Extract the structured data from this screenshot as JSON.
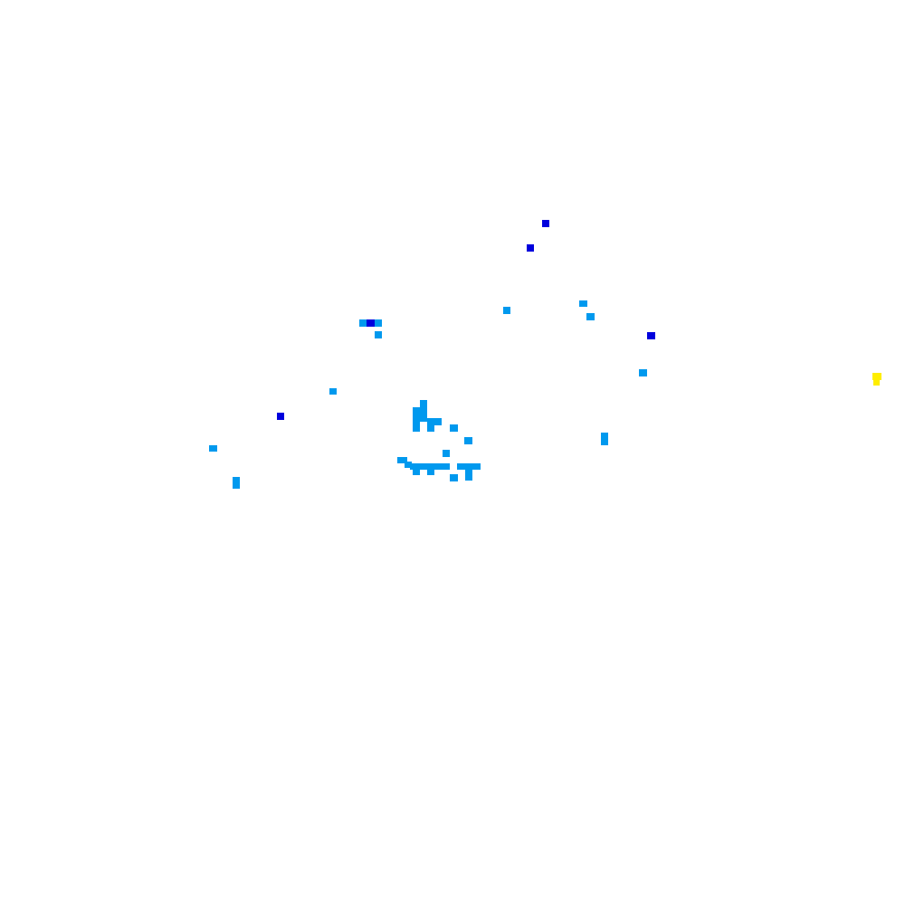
{
  "map": {
    "background": "#ffffff",
    "palette": {
      "light": "#0099ee",
      "dark": "#0000dd",
      "highlight": "#ffee00"
    },
    "classes": [
      "light",
      "dark",
      "highlight"
    ]
  }
}
